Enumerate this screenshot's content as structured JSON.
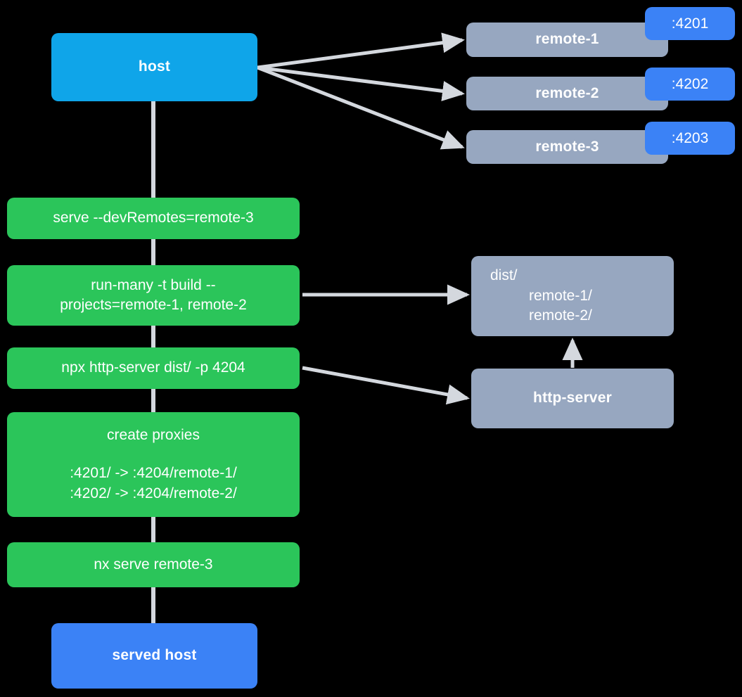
{
  "diagram": {
    "title": "Nx module federation host and remotes serve flow",
    "background": "#000000",
    "colors": {
      "host": "#0FA5E9",
      "served_host": "#3B82F6",
      "command": "#2BC55A",
      "remote": "#97A7C0",
      "port_badge": "#3B82F6",
      "connector": "#D4D8DE"
    }
  },
  "nodes": {
    "host": {
      "label": "host"
    },
    "served_host": {
      "label": "served host"
    },
    "remotes": [
      {
        "label": "remote-1",
        "port": ":4201"
      },
      {
        "label": "remote-2",
        "port": ":4202"
      },
      {
        "label": "remote-3",
        "port": ":4203"
      }
    ],
    "dist": {
      "root": "dist/",
      "children": [
        "remote-1/",
        "remote-2/"
      ]
    },
    "http_server": {
      "label": "http-server"
    }
  },
  "commands": [
    {
      "id": "serve-dev-remotes",
      "lines": [
        "serve --devRemotes=remote-3"
      ]
    },
    {
      "id": "run-many-build",
      "lines": [
        "run-many -t build --",
        "projects=remote-1, remote-2"
      ]
    },
    {
      "id": "npx-http-server",
      "lines": [
        "npx http-server dist/ -p 4204"
      ]
    },
    {
      "id": "create-proxies",
      "title": "create proxies",
      "lines": [
        ":4201/ -> :4204/remote-1/",
        ":4202/ -> :4204/remote-2/"
      ]
    },
    {
      "id": "nx-serve-remote-3",
      "lines": [
        "nx serve remote-3"
      ]
    }
  ]
}
